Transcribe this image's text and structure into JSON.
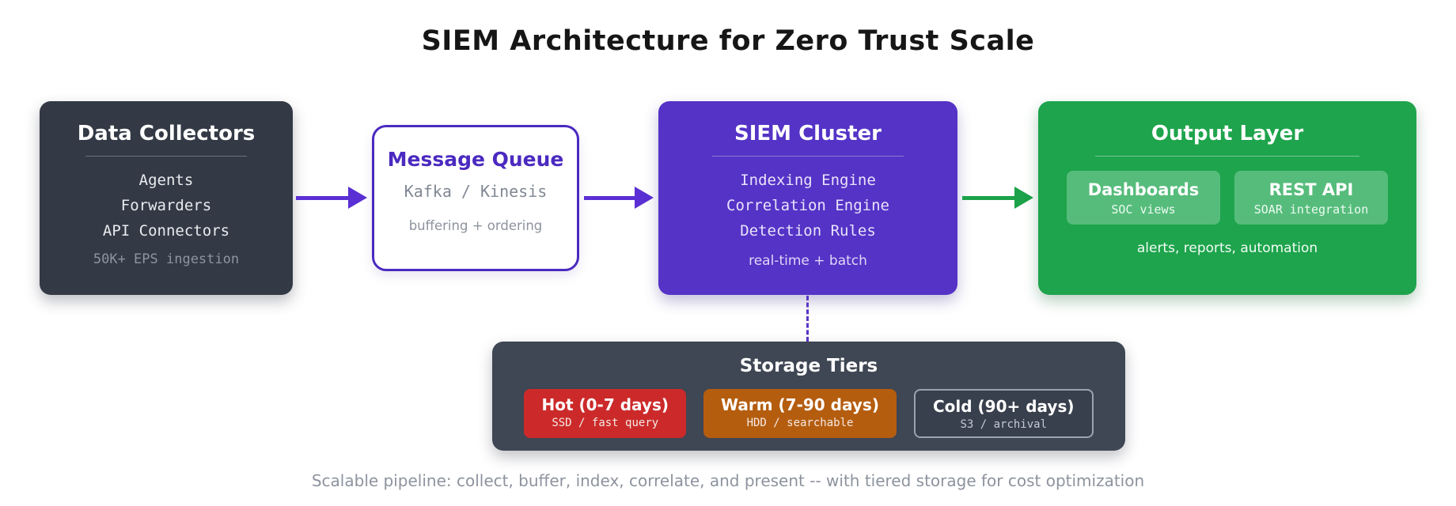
{
  "title": "SIEM Architecture for Zero Trust Scale",
  "footer": "Scalable pipeline: collect, buffer, index, correlate, and present -- with tiered storage for cost optimization",
  "nodes": {
    "collectors": {
      "title": "Data Collectors",
      "items": [
        "Agents",
        "Forwarders",
        "API Connectors"
      ],
      "note": "50K+ EPS ingestion"
    },
    "queue": {
      "title": "Message Queue",
      "tech": "Kafka / Kinesis",
      "note": "buffering + ordering"
    },
    "siem": {
      "title": "SIEM Cluster",
      "items": [
        "Indexing Engine",
        "Correlation Engine",
        "Detection Rules"
      ],
      "note": "real-time + batch"
    },
    "output": {
      "title": "Output Layer",
      "cards": [
        {
          "title": "Dashboards",
          "subtitle": "SOC views"
        },
        {
          "title": "REST API",
          "subtitle": "SOAR integration"
        }
      ],
      "note": "alerts, reports, automation"
    },
    "storage": {
      "title": "Storage Tiers",
      "tiers": [
        {
          "title": "Hot (0-7 days)",
          "subtitle": "SSD / fast query"
        },
        {
          "title": "Warm (7-90 days)",
          "subtitle": "HDD / searchable"
        },
        {
          "title": "Cold (90+ days)",
          "subtitle": "S3 / archival"
        }
      ]
    }
  },
  "colors": {
    "slate": "#333a46",
    "storage_slate": "#3f4654",
    "purple": "#5433c6",
    "purple_accent": "#4b2ac0",
    "green": "#1ea44c",
    "green_light": "#56bc7b",
    "red": "#cc2a2a",
    "orange": "#b55d0f",
    "cold_border": "#9aa3b2",
    "muted_text": "#8d939e"
  }
}
